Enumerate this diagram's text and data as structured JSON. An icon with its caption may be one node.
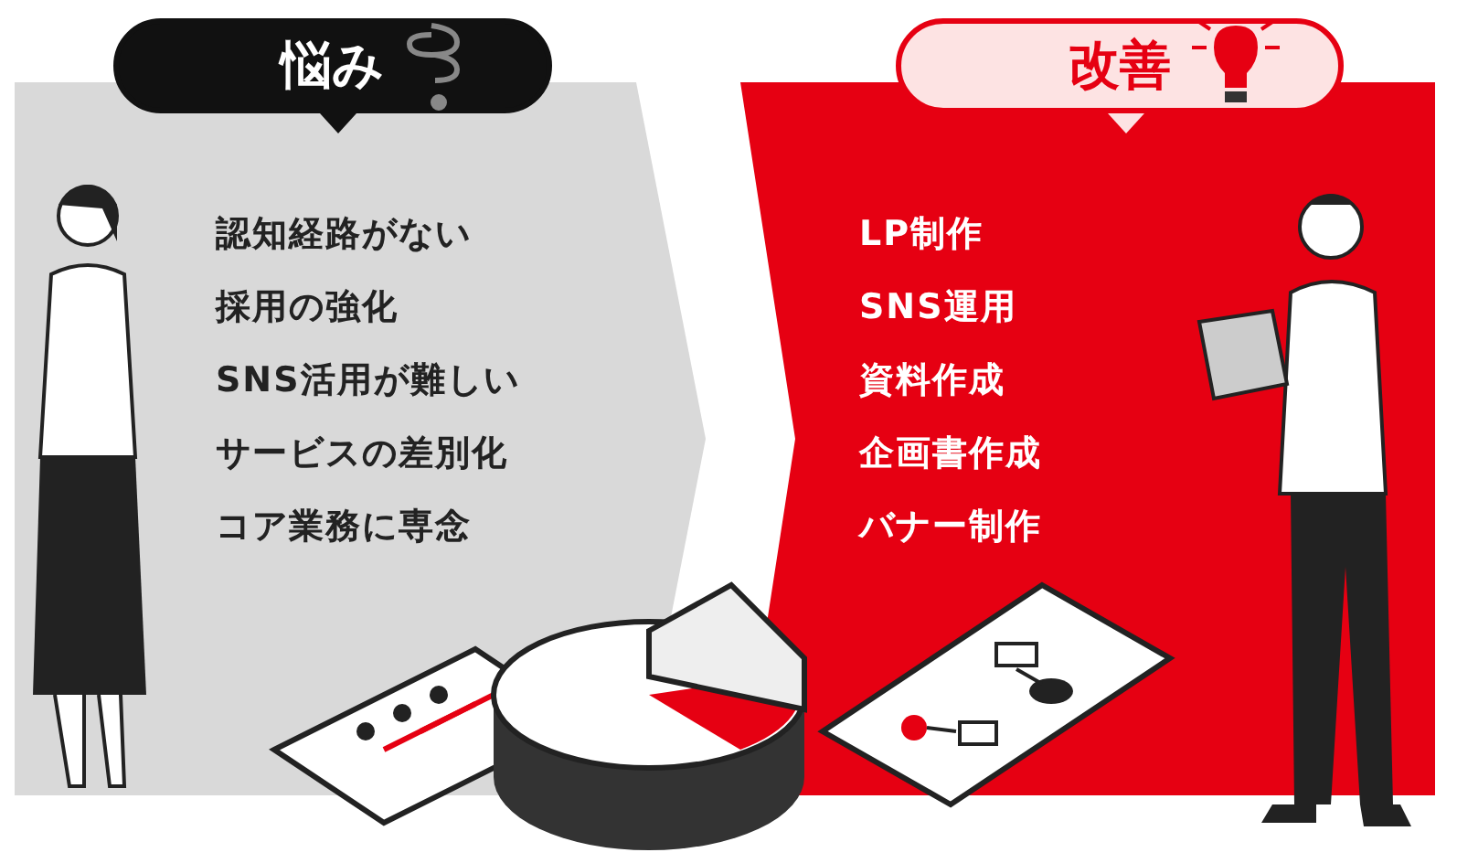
{
  "diagram": {
    "nodes": [
      {
        "text": [
          "認知経路がない",
          "採用の強化",
          "SNS活用が難しい",
          "サービスの差別化",
          "コア業務に専念"
        ]
      },
      {
        "text": [
          "悩み"
        ]
      },
      {
        "text": [
          "LP制作",
          "SNS運用",
          "資料作成",
          "企画書作成",
          "バナー制作"
        ]
      },
      {
        "text": [
          "改善"
        ]
      }
    ]
  }
}
